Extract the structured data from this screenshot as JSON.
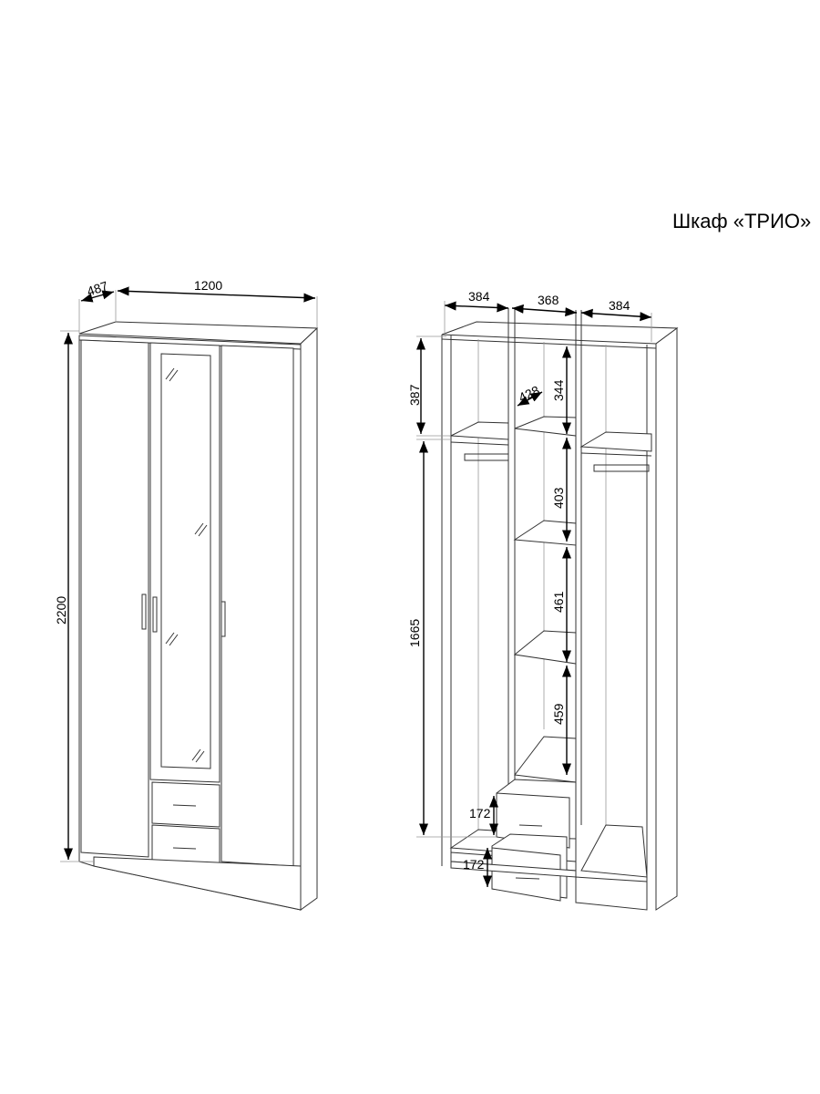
{
  "title": "Шкаф «ТРИО»",
  "front_view": {
    "depth": "487",
    "width": "1200",
    "height": "2200"
  },
  "open_view": {
    "left_section_width": "384",
    "middle_section_width": "368",
    "right_section_width": "384",
    "top_compartment_height": "387",
    "shelf_depth": "428",
    "middle_top_height": "344",
    "shelf_gap_1": "403",
    "shelf_gap_2": "461",
    "shelf_gap_3": "459",
    "hanging_height": "1665",
    "drawer_1_height": "172",
    "drawer_2_height": "172"
  }
}
